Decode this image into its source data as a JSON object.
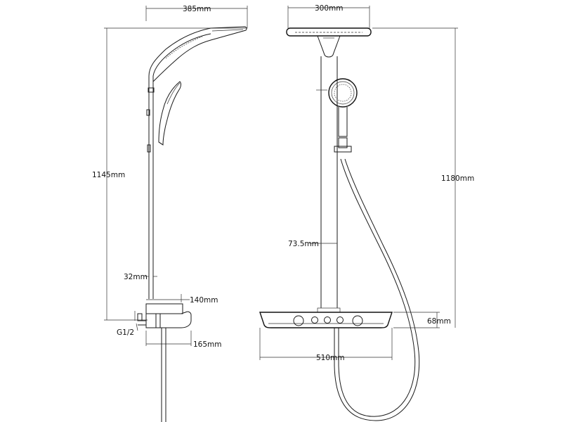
{
  "side_view": {
    "labels": {
      "head_width": "385mm",
      "total_height": "1145mm",
      "bar_diameter": "32mm",
      "shelf_depth": "140mm",
      "thread": "G1/2",
      "valve_depth": "165mm"
    }
  },
  "front_view": {
    "labels": {
      "head_diameter": "300mm",
      "total_height": "1180mm",
      "bar_width": "73.5mm",
      "shelf_height": "68mm",
      "shelf_width": "510mm"
    }
  }
}
